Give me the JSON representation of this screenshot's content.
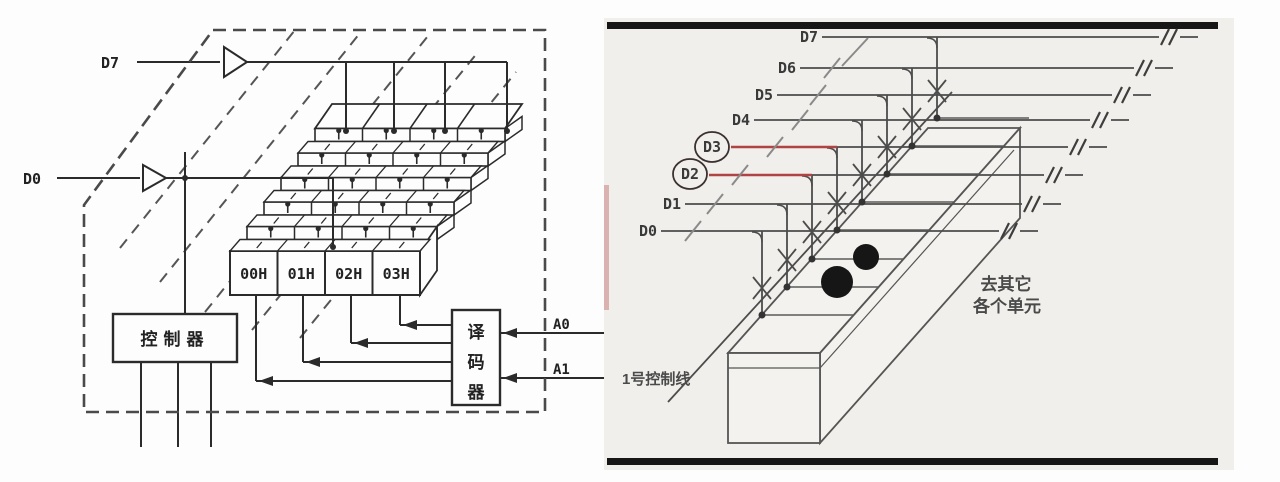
{
  "left": {
    "bit_high_label": "D7",
    "bit_low_label": "D0",
    "controller_label": "控制器",
    "decoder_chars": [
      "译",
      "码",
      "器"
    ],
    "cells": [
      "00H",
      "01H",
      "02H",
      "03H"
    ],
    "addr_labels": [
      "A0",
      "A1"
    ]
  },
  "right": {
    "bus_labels": [
      "D7",
      "D6",
      "D5",
      "D4",
      "D3",
      "D2",
      "D1",
      "D0"
    ],
    "circled_labels": [
      "D3",
      "D2"
    ],
    "note_line1": "去其它",
    "note_line2": "各个单元",
    "control_label": "1号控制线"
  },
  "colors": {
    "ink": "#2b2b2b",
    "ink_soft": "#4c4c4c",
    "gray": "#8a8a8a",
    "red": "#b04343",
    "black": "#161616",
    "paper_left": "#fdfdfd",
    "paper_right": "#f1efeb",
    "box_face": "#f4f2ef"
  }
}
